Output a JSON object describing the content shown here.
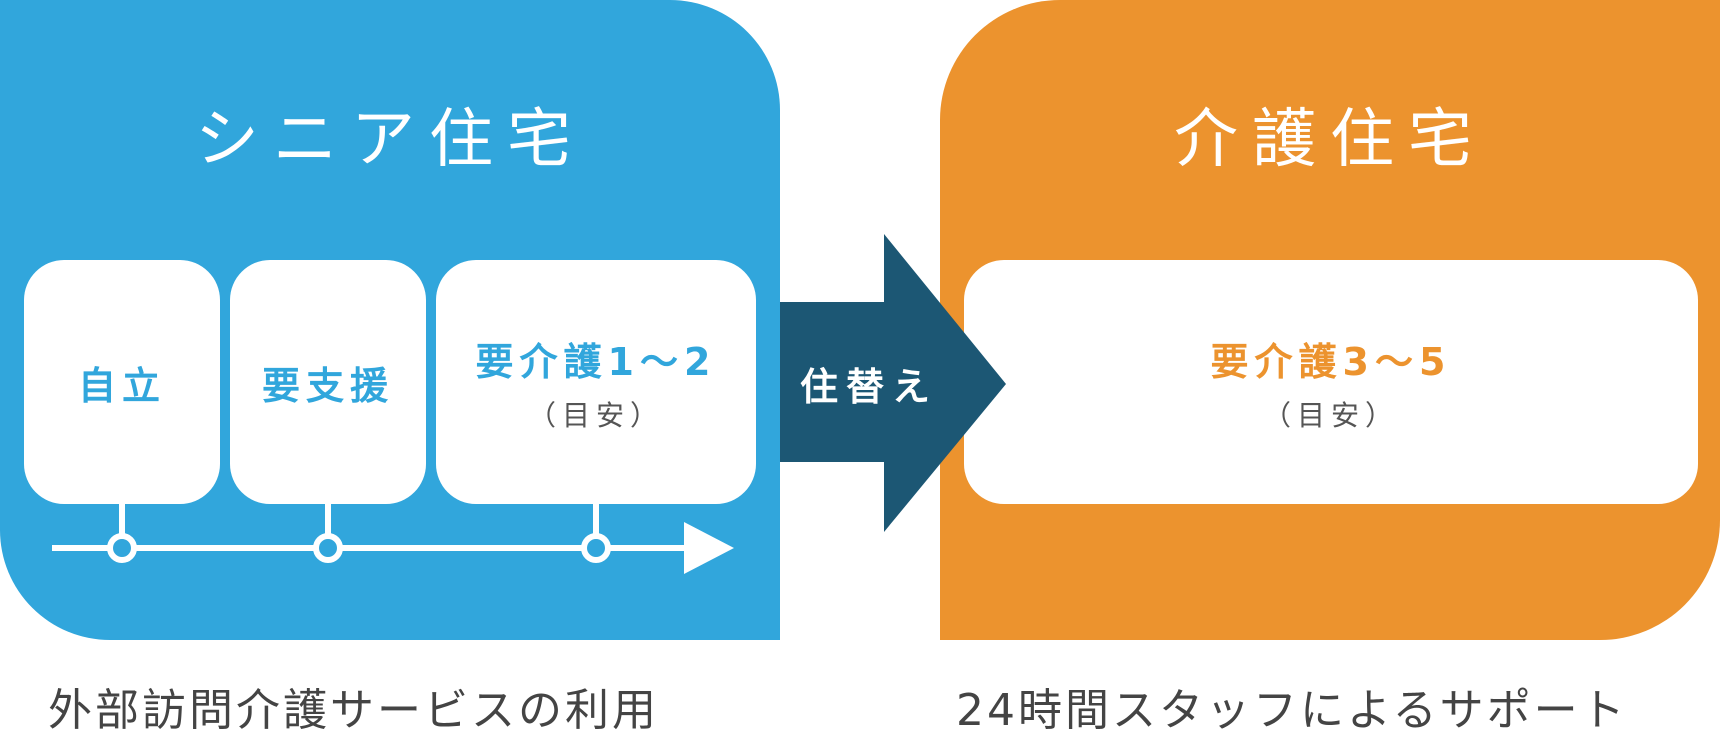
{
  "colors": {
    "senior": "#31A6DC",
    "care": "#EC932E",
    "arrow": "#1C5774",
    "sub_text": "#555555",
    "caption_text": "#444444"
  },
  "senior_housing": {
    "title": "シニア住宅",
    "stages": [
      {
        "label": "自立",
        "sub": ""
      },
      {
        "label": "要支援",
        "sub": ""
      },
      {
        "label": "要介護1～2",
        "sub": "（目安）"
      }
    ],
    "caption": "外部訪問介護サービスの利用"
  },
  "transition": {
    "label": "住替え"
  },
  "care_housing": {
    "title": "介護住宅",
    "stage": {
      "label": "要介護3～5",
      "sub": "（目安）"
    },
    "caption": "24時間スタッフによるサポート"
  }
}
